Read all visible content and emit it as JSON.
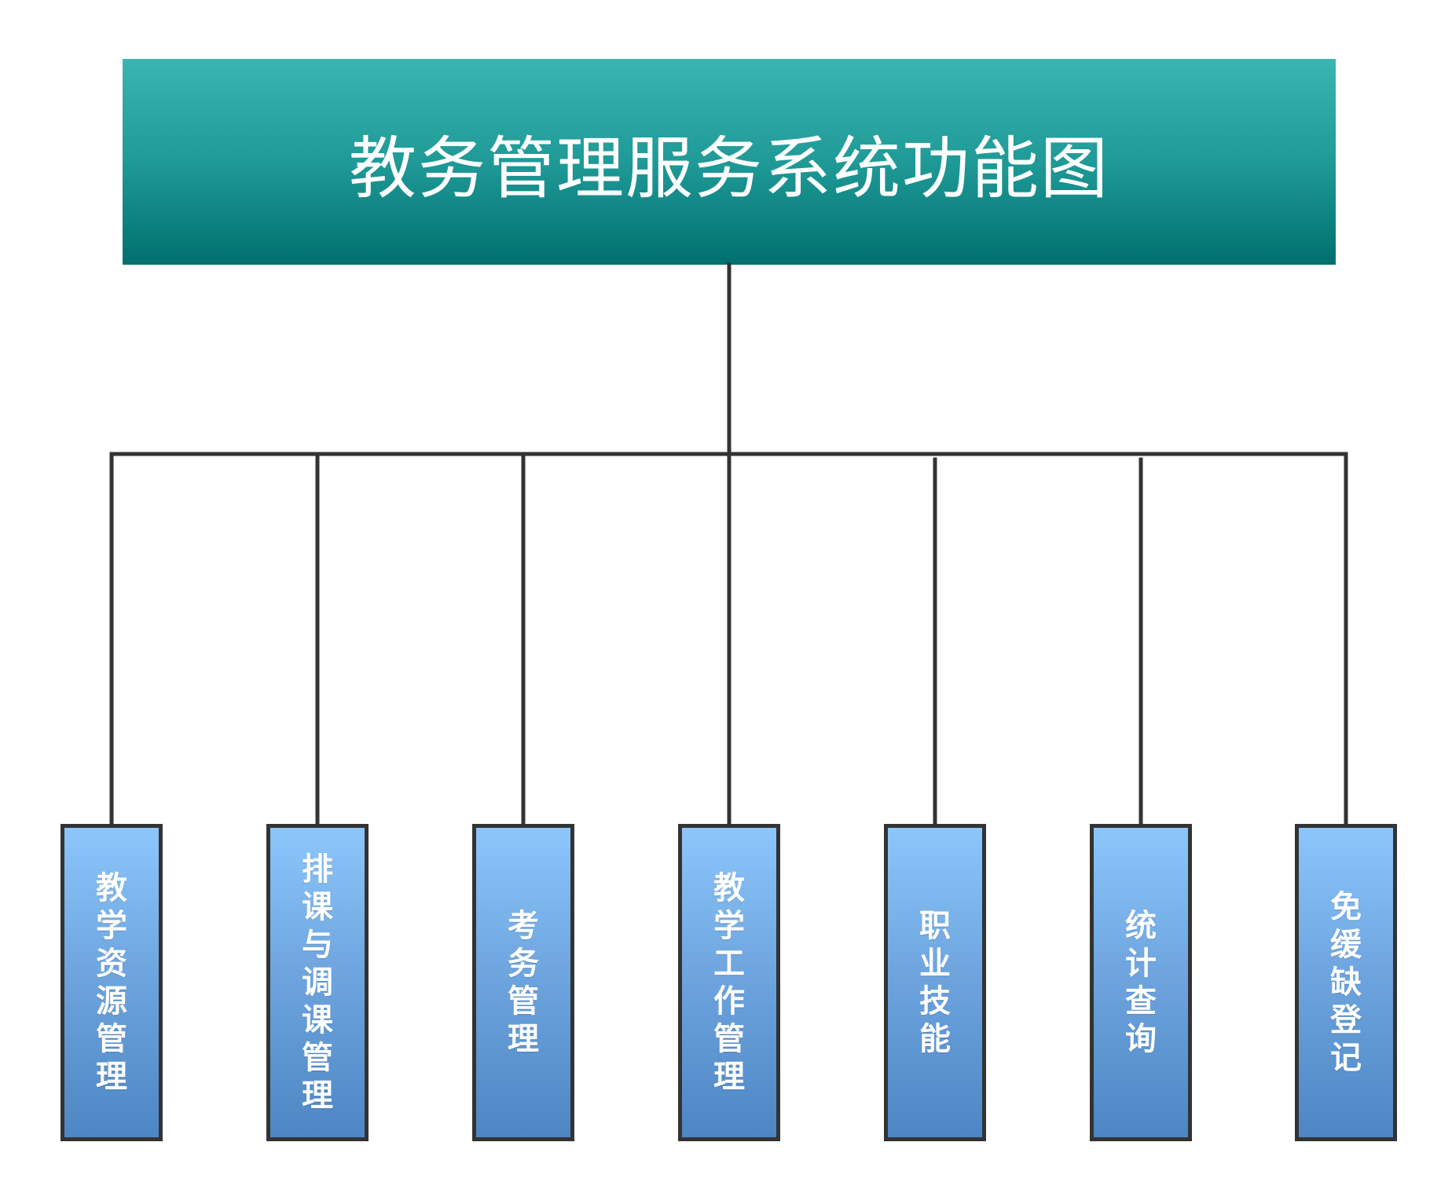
{
  "title": "教务管理服务系统功能图",
  "modules": [
    {
      "label": "教学资源管理"
    },
    {
      "label": "排课与调课管理"
    },
    {
      "label": "考务管理"
    },
    {
      "label": "教学工作管理"
    },
    {
      "label": "职业技能"
    },
    {
      "label": "统计查询"
    },
    {
      "label": "免缓缺登记"
    }
  ],
  "colors": {
    "title_gradient_top": "#3ab5b2",
    "title_gradient_bottom": "#00706f",
    "module_gradient_top": "#8cc6fb",
    "module_gradient_bottom": "#4d86c4",
    "connector": "#333333"
  }
}
